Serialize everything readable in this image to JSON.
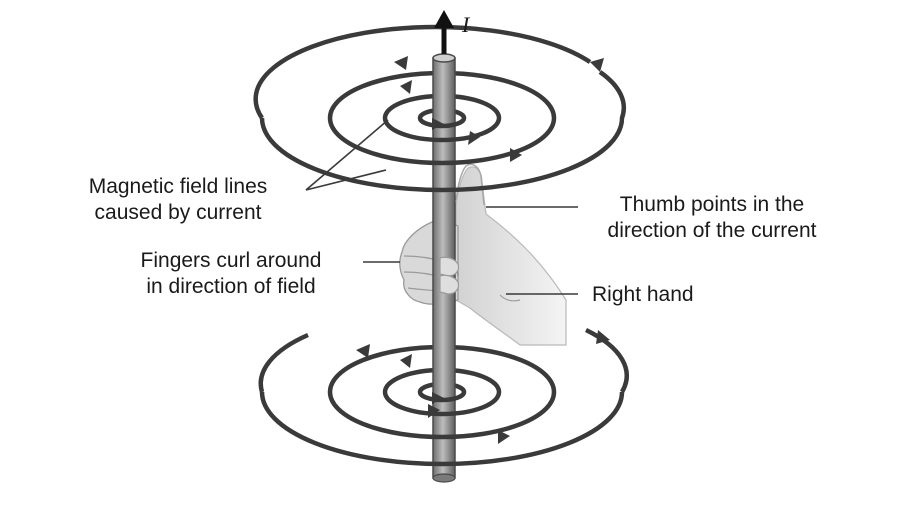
{
  "labels": {
    "current_symbol": "I",
    "field_lines_line1": "Magnetic field lines",
    "field_lines_line2": "caused by current",
    "fingers_line1": "Fingers curl around",
    "fingers_line2": "in direction of field",
    "thumb_line1": "Thumb points in the",
    "thumb_line2": "direction of the current",
    "right_hand": "Right hand"
  },
  "colors": {
    "lines": "#3a3a3a",
    "wire": "#8c8c8c",
    "hand": "#e2e2e2"
  }
}
